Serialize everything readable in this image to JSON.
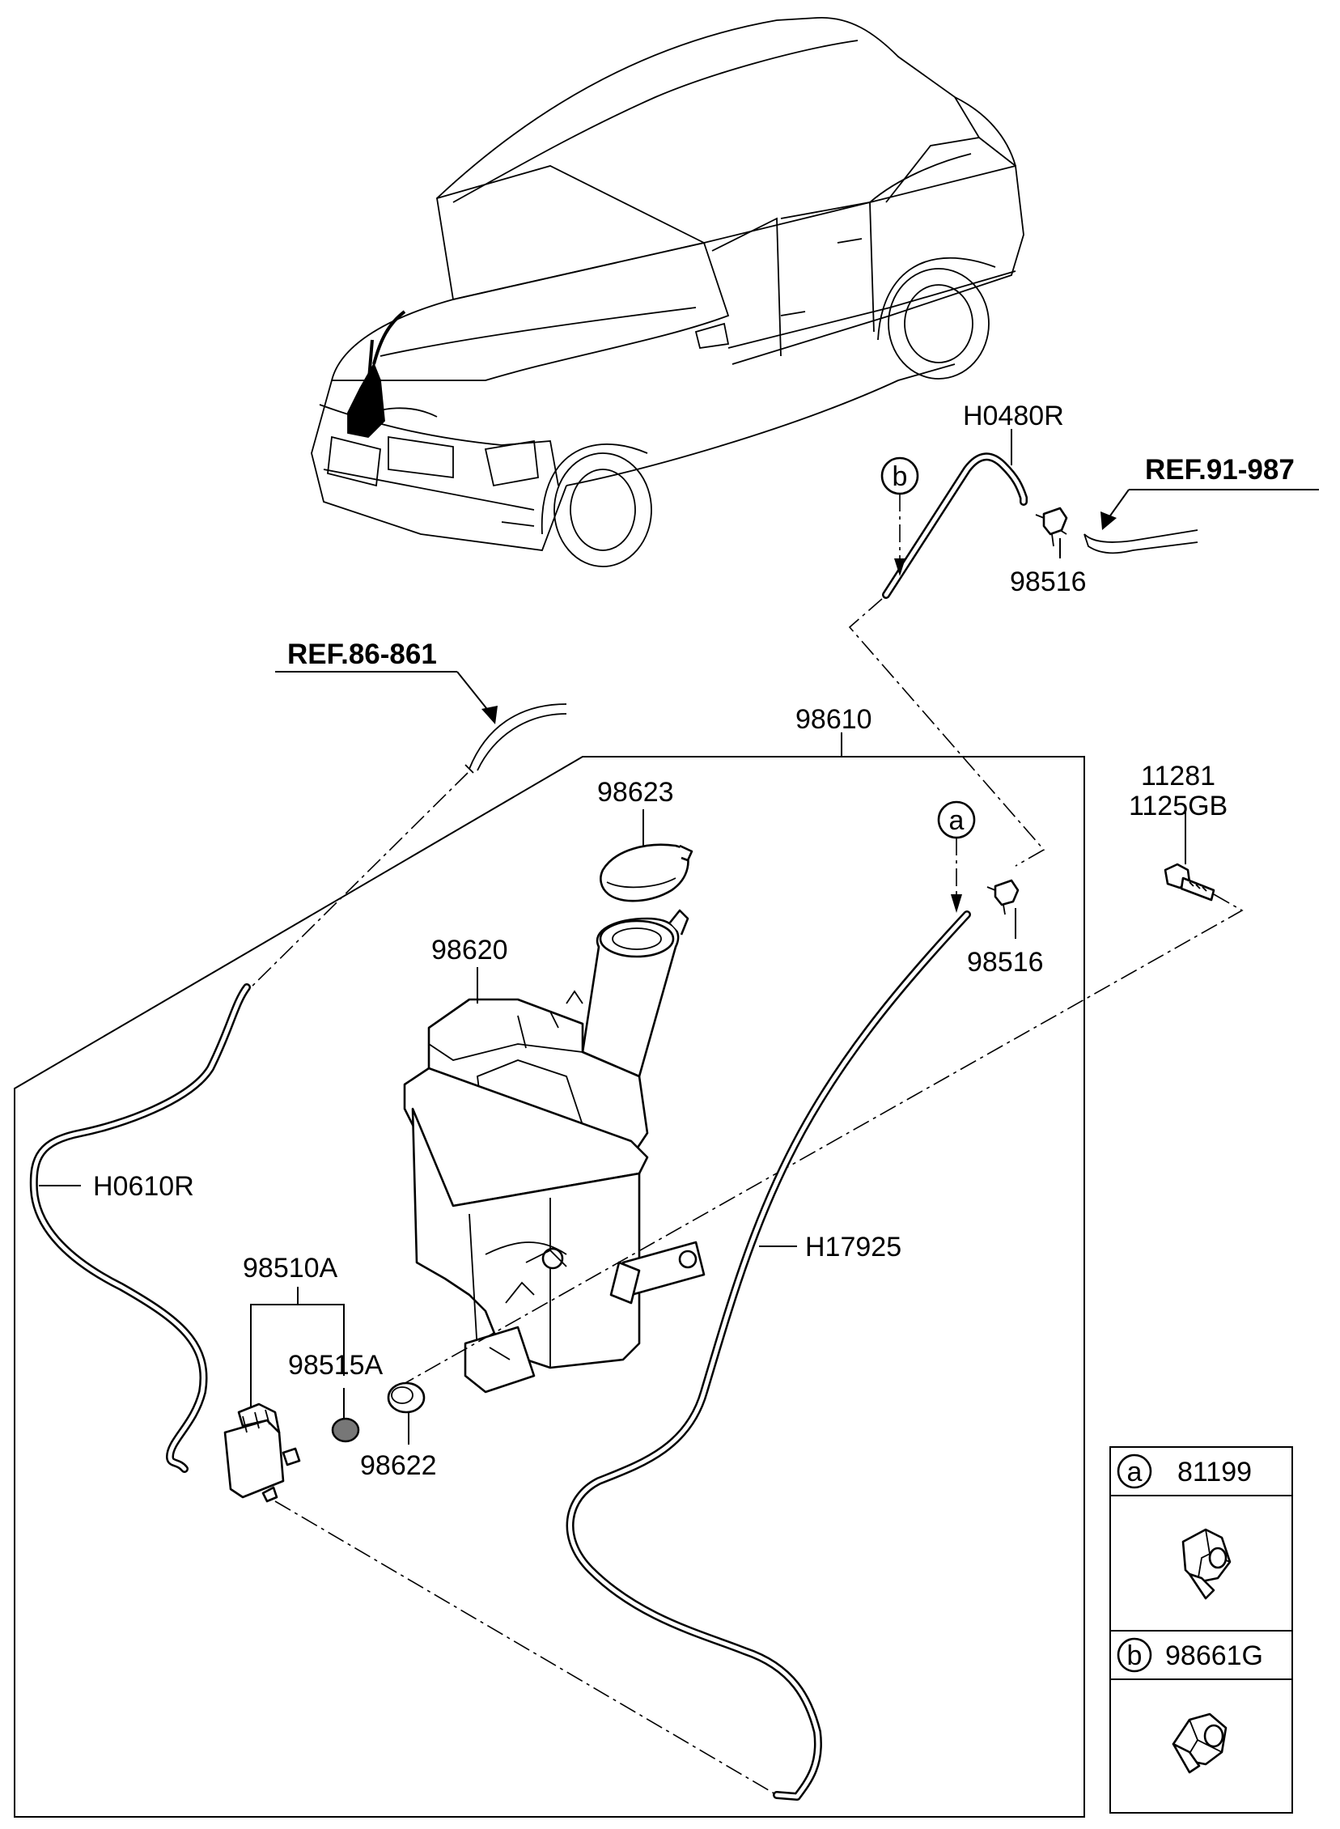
{
  "references": {
    "ref_upper": "REF.91-987",
    "ref_left": "REF.86-861"
  },
  "part_labels": {
    "hose_upper": "H0480R",
    "nozzle_upper": "98516",
    "nozzle_lower": "98516",
    "assembly": "98610",
    "cap": "98623",
    "reservoir": "98620",
    "bolt_1": "11281",
    "bolt_2": "1125GB",
    "hose_left": "H0610R",
    "hose_right": "H17925",
    "pump": "98510A",
    "filter": "98515A",
    "grommet": "98622"
  },
  "callouts": {
    "a": "a",
    "b": "b"
  },
  "legend": [
    {
      "letter": "a",
      "part_no": "81199",
      "icon": "hose-clip-icon"
    },
    {
      "letter": "b",
      "part_no": "98661G",
      "icon": "hose-clip-icon"
    }
  ]
}
